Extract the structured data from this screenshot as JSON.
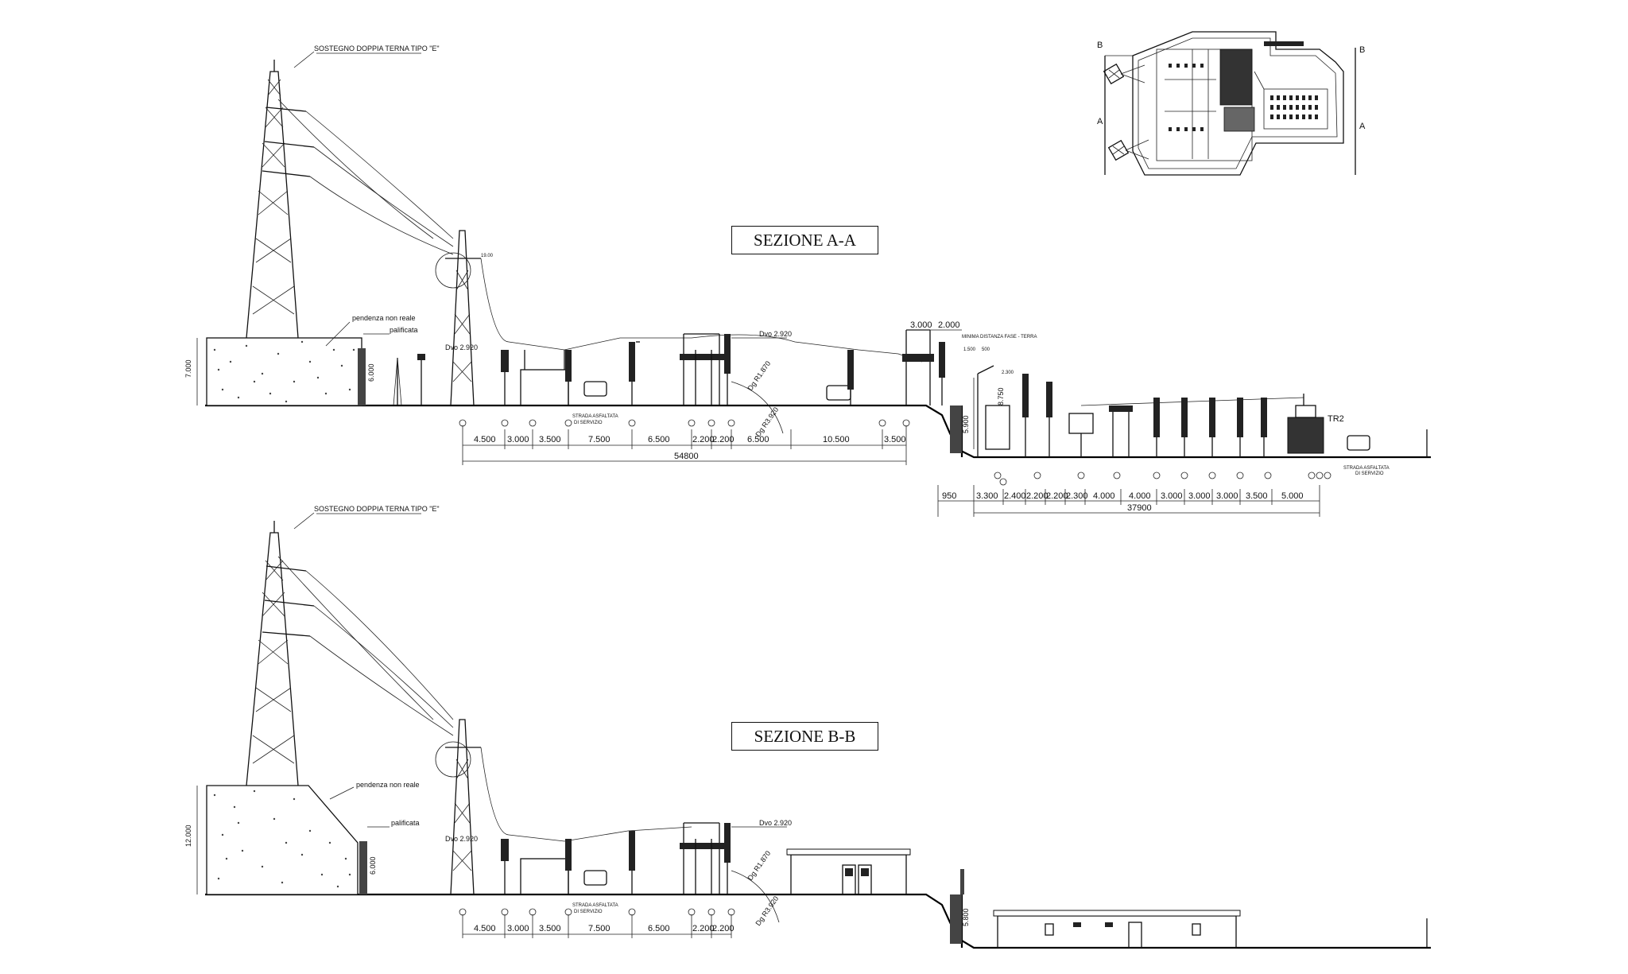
{
  "sections": [
    {
      "title": "SEZIONE A-A",
      "tower_label": "SOSTEGNO DOPPIA TERNA TIPO \"E\"",
      "slope_label": "pendenza non reale",
      "fence_label": "palificata",
      "embankment_height": "7.000",
      "fence_height": "6.000",
      "road_label_1": "STRADA ASFALTATA",
      "road_label_2": "DI SERVIZIO",
      "dvo_1": "Dvo 2.920",
      "dvo_2": "Dvo 2.920",
      "dg_1": "Dg R1.870",
      "dg_2": "Dg R3.920",
      "top_dims": [
        "3.000",
        "2.000"
      ],
      "min_distance_label": "MINIMA DISTANZA FASE - TERRA",
      "tr_label": "TR2",
      "upper_dims": [
        "4.500",
        "3.000",
        "3.500",
        "7.500",
        "6.500",
        "2.200",
        "2.200",
        "6.500",
        "10.500",
        "3.500"
      ],
      "upper_total": "54800",
      "lower_dims": [
        "950",
        "3.300",
        "2.400",
        "2.200",
        "2.200",
        "2.300",
        "4.000",
        "4.000",
        "3.000",
        "3.000",
        "3.000",
        "3.500",
        "5.000"
      ],
      "lower_total": "37900",
      "right_dims": [
        "2.300",
        "1.500",
        "500",
        "8.750",
        "5.900"
      ]
    },
    {
      "title": "SEZIONE B-B",
      "tower_label": "SOSTEGNO DOPPIA TERNA TIPO \"E\"",
      "slope_label": "pendenza non reale",
      "fence_label": "palificata",
      "embankment_height": "12.000",
      "fence_height": "6.000",
      "road_label_1": "STRADA ASFALTATA",
      "road_label_2": "DI SERVIZIO",
      "dvo_1": "Dvo 2.920",
      "dvo_2": "Dvo 2.920",
      "dg_1": "Dg R1.870",
      "dg_2": "Dg R3.920",
      "upper_dims": [
        "4.500",
        "3.000",
        "3.500",
        "7.500",
        "6.500",
        "2.200",
        "2.200"
      ],
      "right_height": "5.800"
    }
  ],
  "keyplan": {
    "markers": [
      "B",
      "B",
      "A",
      "A"
    ]
  }
}
